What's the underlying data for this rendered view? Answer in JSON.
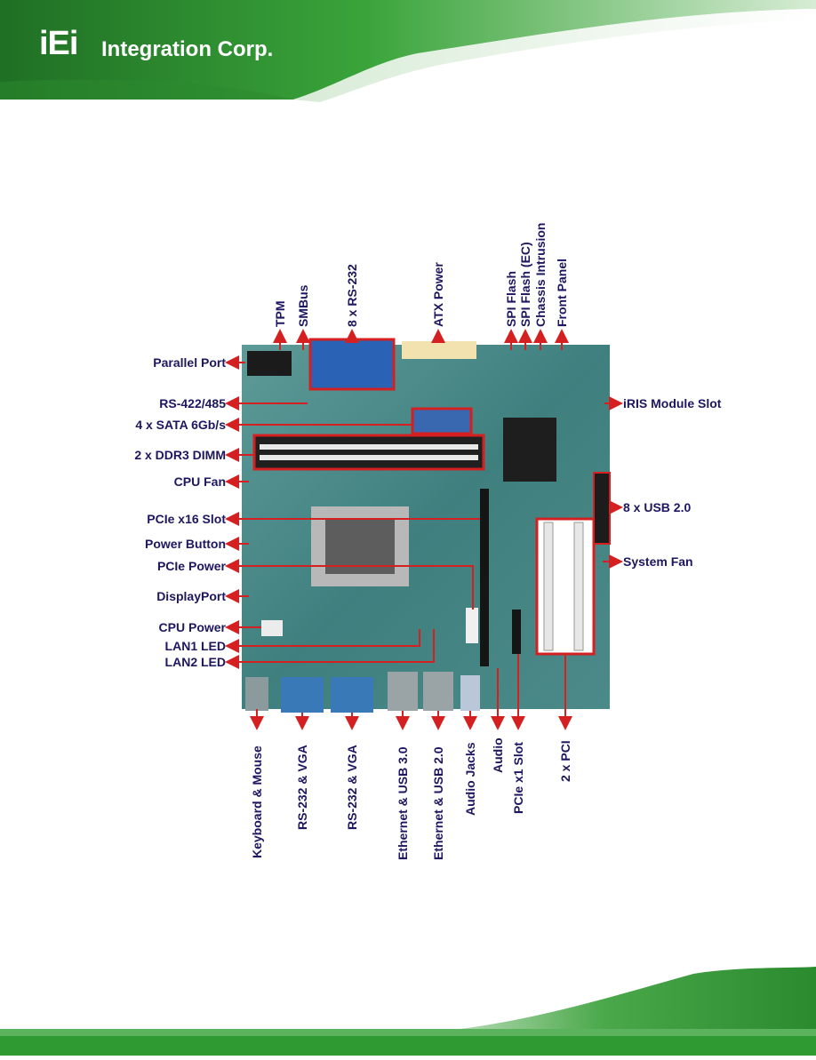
{
  "header": {
    "logo_mark": "iEi",
    "logo_text": "Integration Corp."
  },
  "colors": {
    "brand_green": "#2e9a2a",
    "label_color": "#1d1660",
    "callout_red": "#d42020",
    "board_teal": "#4e8e8c"
  },
  "diagram": {
    "left_labels": [
      "Parallel Port",
      "RS-422/485",
      "4 x SATA 6Gb/s",
      "2 x DDR3 DIMM",
      "CPU Fan",
      "PCIe x16 Slot",
      "Power Button",
      "PCIe Power",
      "DisplayPort",
      "CPU Power",
      "LAN1 LED",
      "LAN2 LED"
    ],
    "right_labels": [
      "iRIS Module Slot",
      "8 x USB 2.0",
      "System Fan"
    ],
    "top_labels": [
      "TPM",
      "SMBus",
      "8 x RS-232",
      "ATX Power",
      "SPI Flash",
      "SPI Flash (EC)",
      "Chassis Intrusion",
      "Front Panel"
    ],
    "bottom_labels": [
      "Keyboard & Mouse",
      "RS-232 & VGA",
      "RS-232 & VGA",
      "Ethernet & USB 3.0",
      "Ethernet & USB 2.0",
      "Audio Jacks",
      "Audio",
      "PCIe x1 Slot",
      "2 x PCI"
    ]
  }
}
